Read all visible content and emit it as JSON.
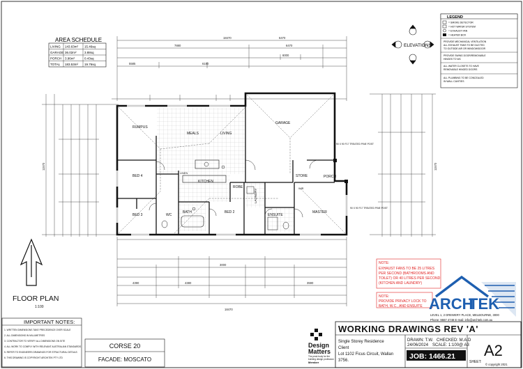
{
  "area_schedule": {
    "title": "AREA SCHEDULE",
    "rows": [
      {
        "name": "LIVING",
        "area": "143.63m²",
        "sq": "15.46sq"
      },
      {
        "name": "GARAGE",
        "area": "36.02m²",
        "sq": "3.88sq"
      },
      {
        "name": "PORCH",
        "area": "3.96m²",
        "sq": "0.43sq"
      },
      {
        "name": "TOTAL",
        "area": "183.53m²",
        "sq": "19.76sq"
      }
    ]
  },
  "legend": {
    "title": "LEGEND",
    "items": [
      "= SMOKE DETECTOR",
      "= HOT WATER SYSTEM",
      "= EXHAUST FAN",
      "= HEATER BOX"
    ],
    "notes": [
      "PROVIDE MECHANICAL VENTILATION",
      "ALL EXHAUST FANS TO BE DUCTED",
      "TO OUTSIDE AIR OR WINDOW/DOOR",
      "PROVIDE SWING DOOR/REMOVABLE",
      "HINGES TO WC",
      "ALL WATER CLOSETS TO HAVE",
      "REMOVABLE HINGED DOORS",
      "ALL PLUMBING TO BE CONCEALED",
      "IN WALL CAVITIES"
    ]
  },
  "elevations_label": "ELEVATIONS",
  "rooms": {
    "rumpus": "RUMPUS",
    "meals": "MEALS",
    "living": "LIVING",
    "garage": "GARAGE",
    "bed4": "BED 4",
    "bed3": "BED 3",
    "bed2": "BED 2",
    "kitchen": "KITCHEN",
    "bath": "BATH",
    "robe": "ROBE",
    "laundry": "LAUNDRY",
    "ensuite": "ENSUITE",
    "master": "MASTER",
    "porch": "PORCH",
    "store": "STORE",
    "wc": "WC",
    "linen": "LINEN",
    "wir": "WIR"
  },
  "dimensions": {
    "overall": "18470",
    "top_a": "7880",
    "top_b": "6470",
    "top_c": "6470",
    "top_d": "5585",
    "top_e": "6190",
    "top_f": "6000",
    "bottom_overall": "18470",
    "bottom_a": "4390",
    "bottom_b": "4380",
    "bottom_c": "3000",
    "bottom_d": "3590",
    "left_overall": "11570",
    "right_overall": "11570"
  },
  "annotations": {
    "post_a": "90 X 90 F17 TREATED PINE POST",
    "post_b": "90 X 90 F17 TREATED PINE POST"
  },
  "floor_plan": {
    "title": "FLOOR PLAN",
    "scale": "1:100"
  },
  "important_notes": {
    "title": "IMPORTANT NOTES:",
    "lines": [
      "1. WRITTEN DIMENSIONS TAKE PRECEDENCE OVER SCALE",
      "2. ALL DIMENSIONS IN MILLIMETRES",
      "3. CONTRACTOR TO VERIFY ALL DIMENSIONS ON SITE",
      "4. ALL WORK TO COMPLY WITH RELEVANT AUSTRALIAN STANDARDS",
      "5. REFER TO ENGINEERS DRAWINGS FOR STRUCTURAL DETAILS",
      "6. THIS DRAWING IS COPYRIGHT ARCHITEK PTY LTD"
    ]
  },
  "design": {
    "name": "CORSE 20",
    "facade": "FACADE: MOSCATO"
  },
  "brand": {
    "line1": "Design",
    "line2": "Matters",
    "tag1": "The peak body for the",
    "tag2": "building design profession",
    "member": "Member"
  },
  "title_block": {
    "heading": "WORKING DRAWINGS REV 'A'",
    "project": "Single Storey Residence",
    "client": "Client",
    "lot": "Lot 1102 Ficus Circuit, Wallan",
    "postcode": "3756.",
    "drawn": "DRAWN:  T.W.",
    "checked": "CHECKED:  M.A.D",
    "date": "24/06/2024",
    "scale": "SCALE: 1:100@ A3",
    "job": "JOB:  1466.21",
    "sheet_label": "SHEET:",
    "sheet": "A2",
    "copyright": "© copyright 2021"
  },
  "note_exhaust": {
    "title": "NOTE:",
    "lines": [
      "EXHAUST FANS TO BE 25 LITRES",
      "PER SECOND (BATHROOMS AND",
      "TOILET) OR 40 LITRES PER SECOND",
      "(KITCHEN AND LAUNDRY)"
    ]
  },
  "note_privacy": {
    "title": "NOTE:",
    "lines": [
      "PROVIDE PRIVACY LOCK TO",
      "BATH, W.C., AND ENSUITE"
    ]
  },
  "company": {
    "name_a": "ARCH",
    "name_b": "TEK",
    "address": "LEVEL 1, 2 DREWERY PLACE, MELBOURNE, 3000",
    "contact": "Phone: 9667 4748 E-mail: info@archtek.com.au"
  },
  "colors": {
    "red_note": "#e02020",
    "brand_blue": "#1e5fb0",
    "ink": "#111111"
  }
}
